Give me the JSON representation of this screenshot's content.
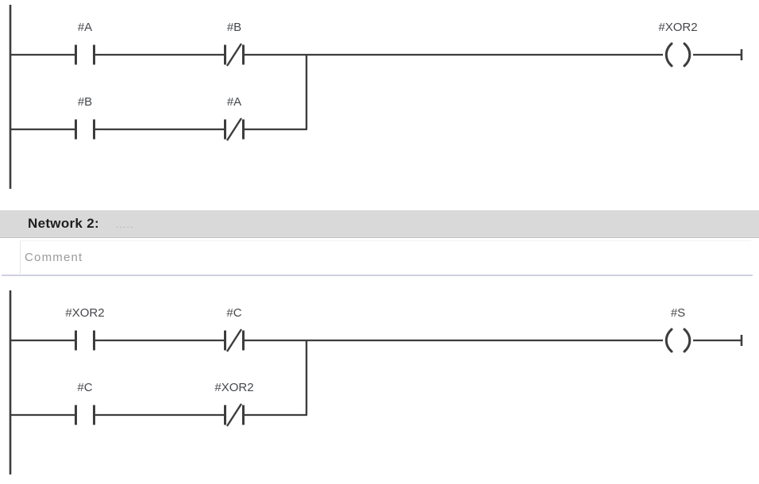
{
  "colors": {
    "wire": "#3d3d3d",
    "header_bg": "#d9d9d9",
    "header_text": "#1e1e1e",
    "placeholder_text": "#9a9a9a",
    "separator": "#cfcfe0"
  },
  "network2_header": {
    "title": "Network 2:",
    "title_placeholder": "....."
  },
  "comment": {
    "placeholder": "Comment"
  },
  "ladder": {
    "networks": [
      {
        "name": "network-1",
        "rungs": [
          {
            "elements": [
              {
                "kind": "contact_no",
                "label": "#A"
              },
              {
                "kind": "contact_nc",
                "label": "#B"
              }
            ],
            "coil": "#XOR2"
          },
          {
            "elements": [
              {
                "kind": "contact_no",
                "label": "#B"
              },
              {
                "kind": "contact_nc",
                "label": "#A"
              }
            ],
            "branch_to_rung1": true
          }
        ]
      },
      {
        "name": "network-2",
        "rungs": [
          {
            "elements": [
              {
                "kind": "contact_no",
                "label": "#XOR2"
              },
              {
                "kind": "contact_nc",
                "label": "#C"
              }
            ],
            "coil": "#S"
          },
          {
            "elements": [
              {
                "kind": "contact_no",
                "label": "#C"
              },
              {
                "kind": "contact_nc",
                "label": "#XOR2"
              }
            ],
            "branch_to_rung1": true
          }
        ]
      }
    ]
  }
}
